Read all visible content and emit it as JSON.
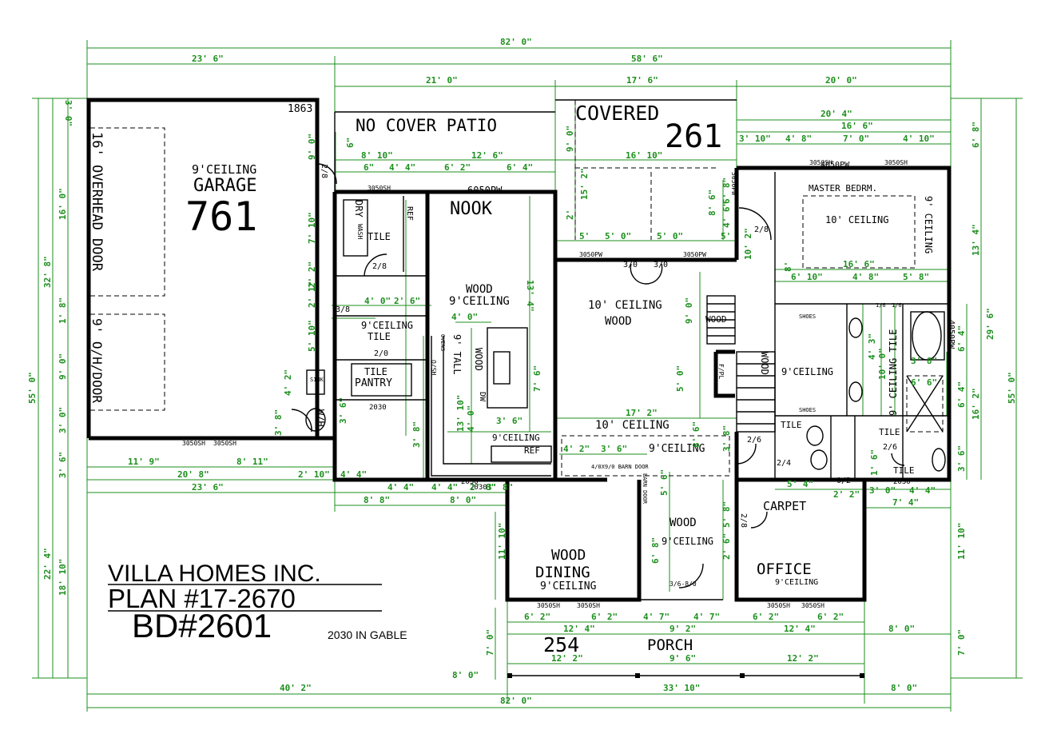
{
  "builder": {
    "company": "VILLA HOMES INC.",
    "plan": "PLAN #17-2670",
    "bd": "BD#2601",
    "gable_note": "2030 IN GABLE"
  },
  "rooms": {
    "garage": {
      "ceiling": "9'CEILING",
      "name": "GARAGE",
      "area": "761",
      "code": "1863"
    },
    "overhead_door": "16' OVERHEAD DOOR",
    "oh_door": "9' O/H/DOOR",
    "no_cover_patio": "NO COVER PATIO",
    "covered": {
      "name": "COVERED",
      "area": "261"
    },
    "nook": "NOOK",
    "window_6050pw": "6050PW",
    "laundry": {
      "dry": "DRY",
      "wash": "WASH",
      "ref": "REF",
      "tile": "TILE"
    },
    "hall": {
      "ceiling": "9'CEILING",
      "tile": "TILE"
    },
    "pantry": {
      "tile": "TILE",
      "name": "PANTRY"
    },
    "sink": "SINK",
    "wh": "W/H",
    "kitchen": {
      "wood": "WOOD",
      "ceiling": "9'CEILING",
      "ceiling2": "9'CEILING",
      "ovens": "OVENS",
      "tall": "9' TALL",
      "wood_v": "WOOD",
      "dw": "DW",
      "os": "O/SH",
      "ref": "REF"
    },
    "living": {
      "ceiling": "10' CEILING",
      "floor": "WOOD"
    },
    "ceiling_17_2": "10' CEILING",
    "master": {
      "name": "MASTER BEDRM.",
      "ceiling": "10' CEILING",
      "side": "9' CEILING"
    },
    "window_4050pw": "4050PW",
    "bath": {
      "ceiling": "9'CEILING",
      "tile": "9' CEILING TILE",
      "tile1": "TILE",
      "tile2": "TILE",
      "tile3": "TILE",
      "shoes1": "SHOES",
      "shoes2": "SHOES",
      "wood": "WOOD",
      "fp": "F/PL"
    },
    "stairs_wood": "WOOD",
    "wood_hall": "WOOD",
    "foyer": {
      "ceiling": "9'CEILING",
      "wood": "WOOD",
      "ceiling2": "9'CEILING"
    },
    "dining": {
      "wood": "WOOD",
      "name": "DINING",
      "ceiling": "9'CEILING"
    },
    "office": {
      "carpet": "CARPET",
      "name": "OFFICE",
      "ceiling": "9'CEILING"
    },
    "porch": {
      "area": "254",
      "name": "PORCH"
    },
    "barn_door": "BARN DOOR",
    "barn_door2": "4/0X9/0 BARN DOOR"
  },
  "windows": [
    "3050SH",
    "3050SH",
    "3050SH",
    "3050SH",
    "3050SH",
    "3050SH",
    "3050SH",
    "3050SH",
    "3050SH",
    "3050PW",
    "3050PW",
    "3050PW",
    "2030",
    "2030",
    "2030",
    "2030",
    "4040PW"
  ],
  "doors": [
    "2/8",
    "2/8",
    "2/8",
    "2/0",
    "3/8",
    "3/0",
    "3/0",
    "2/4",
    "2/8",
    "3/6-8/0",
    "2/6",
    "0/2",
    "1/6",
    "1/6",
    "2/6"
  ],
  "dims_top": [
    "82' 0\"",
    "23' 6\"",
    "58' 6\"",
    "21' 0\"",
    "17' 6\"",
    "20' 0\""
  ],
  "dims_row2": [
    "8' 10\"",
    "12' 6\"",
    "16' 10\"",
    "20' 4\"",
    "16' 6\""
  ],
  "dims_row3": [
    "6\"",
    "4' 4\"",
    "6' 2\"",
    "6' 4\"",
    "3' 10\"",
    "4' 8\"",
    "7' 0\"",
    "4' 10\""
  ],
  "dims_nook": [
    "5'",
    "5' 0\"",
    "5' 0\"",
    "5'"
  ],
  "dims_master": [
    "16' 6\"",
    "6' 10\"",
    "4' 8\"",
    "5' 8\""
  ],
  "dims_kitchen": [
    "4' 0\"",
    "2' 6\"",
    "4' 0\"",
    "3' 6\"",
    "4' 0\"",
    "13' 10\"",
    "7' 6\"",
    "13' 4\"",
    "17' 2\""
  ],
  "dims_mid": [
    "11' 9\"",
    "8' 11\"",
    "20' 8\"",
    "2' 10\"",
    "4' 4\"",
    "23' 6\"",
    "8' 8\"",
    "8' 0\"",
    "4' 4\"",
    "4' 4\"",
    "2' 8\"",
    "3' 8\"",
    "4' 2\"",
    "3' 6\"",
    "5' 4\"",
    "2' 2\"",
    "7' 4\"",
    "3' 0\"",
    "4' 4\""
  ],
  "dims_bottom": [
    "6' 2\"",
    "6' 2\"",
    "12' 4\"",
    "4' 7\"",
    "4' 7\"",
    "9' 2\"",
    "6' 2\"",
    "6' 2\"",
    "12' 4\"",
    "12' 2\"",
    "9' 6\"",
    "12' 2\"",
    "8' 0\"",
    "8' 0\"",
    "33' 10\"",
    "8' 0\"",
    "40' 2\"",
    "82' 0\""
  ],
  "dims_left": [
    "3' 0\"",
    "16' 0\"",
    "1' 8\"",
    "9' 0\"",
    "3' 0\"",
    "3' 6\"",
    "32' 8\"",
    "55' 0\"",
    "22' 4\"",
    "18' 10\""
  ],
  "dims_left_inner": [
    "9' 0\"",
    "7' 10\"",
    "2' 2\"",
    "2' 1\"",
    "5' 10\"",
    "4' 2\"",
    "3' 6\"",
    "3' 8\"",
    "6\""
  ],
  "dims_right": [
    "6' 8\"",
    "13' 4\"",
    "29' 6\"",
    "55' 0\"",
    "6' 4\"",
    "16' 2\"",
    "6' 4\"",
    "3' 6\"",
    "11' 10\"",
    "7' 0\""
  ],
  "dims_center_v": [
    "9' 0\"",
    "15' 2\"",
    "2'",
    "6' 8\"",
    "4' 6\"",
    "8' 6\"",
    "9' 0\"",
    "5' 0\"",
    "8' 6\"",
    "3' 8\"",
    "5' 6\"",
    "6' 8\"",
    "11' 10\"",
    "7' 0\"",
    "10' 2\"",
    "5' 8\"",
    "2' 6\"",
    "3' 8\""
  ],
  "dims_bath": [
    "3' 8\"",
    "6' 6\"",
    "10' 0\"",
    "4' 3\"",
    "8'",
    "1' 6\""
  ]
}
